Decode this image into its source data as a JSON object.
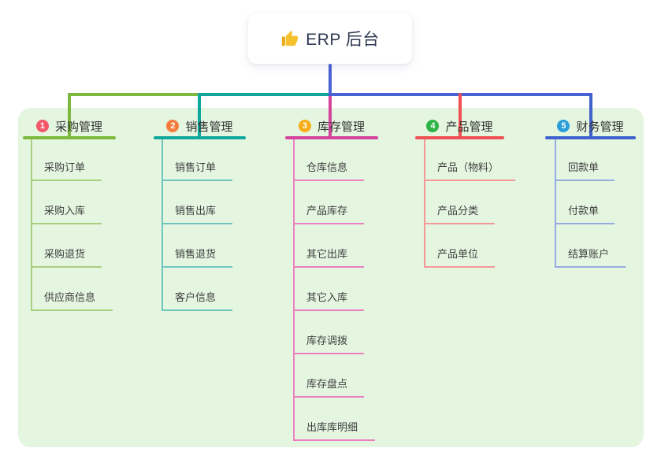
{
  "root": {
    "label": "ERP 后台",
    "icon": "thumbs-up-icon"
  },
  "branches": [
    {
      "badge": "1",
      "label": "采购管理",
      "badge_color": "#f25868",
      "line_color": "#7cb93e",
      "child_line_color": "#a8cf7e",
      "children": [
        "采购订单",
        "采购入库",
        "采购退货",
        "供应商信息"
      ]
    },
    {
      "badge": "2",
      "label": "销售管理",
      "badge_color": "#f57b3b",
      "line_color": "#10a89d",
      "child_line_color": "#6fc6be",
      "children": [
        "销售订单",
        "销售出库",
        "销售退货",
        "客户信息"
      ]
    },
    {
      "badge": "3",
      "label": "库存管理",
      "badge_color": "#f8ad18",
      "line_color": "#d4449c",
      "child_line_color": "#ec80c1",
      "children": [
        "仓库信息",
        "产品库存",
        "其它出库",
        "其它入库",
        "库存调拨",
        "库存盘点",
        "出库库明细"
      ]
    },
    {
      "badge": "4",
      "label": "产品管理",
      "badge_color": "#2eb347",
      "line_color": "#f04f53",
      "child_line_color": "#f4989a",
      "children": [
        "产品（物料）",
        "产品分类",
        "产品单位"
      ]
    },
    {
      "badge": "5",
      "label": "财务管理",
      "badge_color": "#2a9ed9",
      "line_color": "#3f62cd",
      "child_line_color": "#96abe2",
      "children": [
        "回款单",
        "付款单",
        "结算账户"
      ]
    }
  ],
  "colors": {
    "canvas_bg": "#ffffff",
    "panel_bg": "#e4f5e0",
    "root_text": "#2f3a52",
    "root_connector": "#4a63d4",
    "thumb_icon": "#f6c02d"
  }
}
